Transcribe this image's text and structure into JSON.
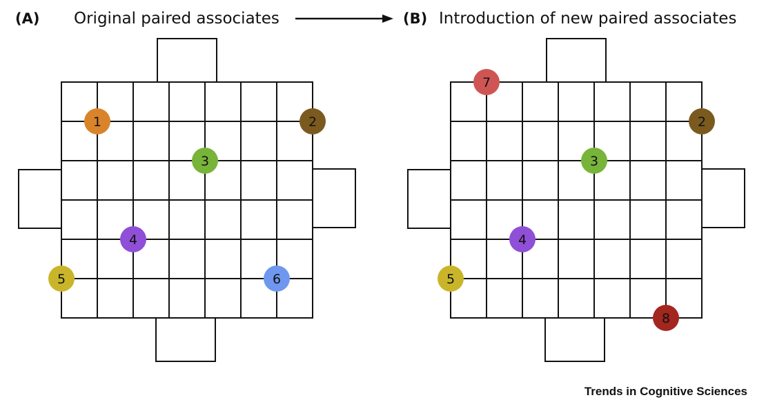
{
  "panels": [
    {
      "letter": "(A)",
      "title": "Original paired associates",
      "markers": [
        {
          "label": "1",
          "color": "#d9842a",
          "col": 1,
          "row": 1
        },
        {
          "label": "2",
          "color": "#7b5a1f",
          "col": 7,
          "row": 1
        },
        {
          "label": "3",
          "color": "#78b33a",
          "col": 4,
          "row": 2
        },
        {
          "label": "4",
          "color": "#8f4fd6",
          "col": 2,
          "row": 4
        },
        {
          "label": "5",
          "color": "#c9b52a",
          "col": 0,
          "row": 5
        },
        {
          "label": "6",
          "color": "#6f97ee",
          "col": 6,
          "row": 5
        }
      ]
    },
    {
      "letter": "(B)",
      "title": "Introduction of new paired associates",
      "markers": [
        {
          "label": "7",
          "color": "#cf5555",
          "col": 1,
          "row": 0
        },
        {
          "label": "2",
          "color": "#7b5a1f",
          "col": 7,
          "row": 1
        },
        {
          "label": "3",
          "color": "#78b33a",
          "col": 4,
          "row": 2
        },
        {
          "label": "4",
          "color": "#8f4fd6",
          "col": 2,
          "row": 4
        },
        {
          "label": "5",
          "color": "#c9b52a",
          "col": 0,
          "row": 5
        },
        {
          "label": "8",
          "color": "#a3261f",
          "col": 6,
          "row": 6
        }
      ]
    }
  ],
  "grid": {
    "columns": 7,
    "rows": 6
  },
  "credit": "Trends in Cognitive Sciences"
}
